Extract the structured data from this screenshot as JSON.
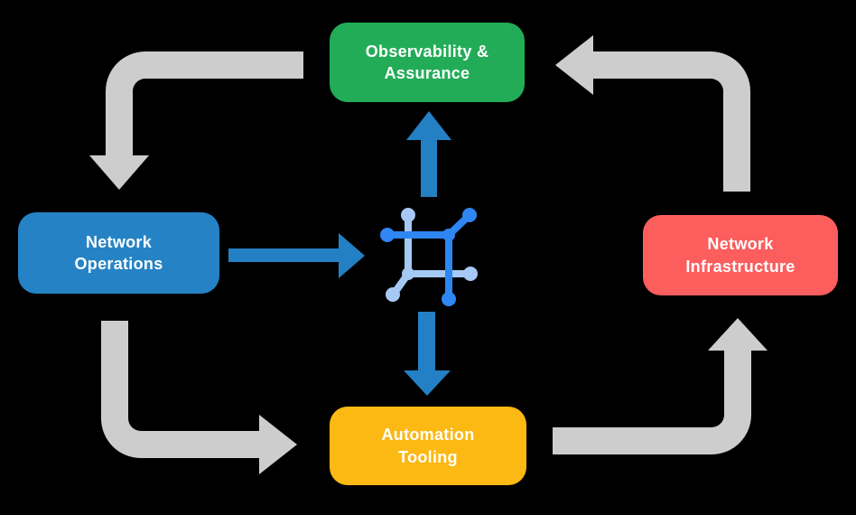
{
  "diagram": {
    "kind": "network-automation-cycle",
    "nodes": {
      "observability": {
        "label": "Observability &\nAssurance",
        "color": "#23AC58"
      },
      "operations": {
        "label": "Network\nOperations",
        "color": "#2583C5"
      },
      "infrastructure": {
        "label": "Network\nInfrastructure",
        "color": "#FC5D5D"
      },
      "automation": {
        "label": "Automation\nTooling",
        "color": "#FCB813"
      }
    },
    "core": {
      "icon": "network-mesh-icon"
    },
    "edges": [
      {
        "from": "observability",
        "to": "operations",
        "style": "elbow",
        "color": "#CDCDCD"
      },
      {
        "from": "operations",
        "to": "automation",
        "style": "elbow",
        "color": "#CDCDCD"
      },
      {
        "from": "automation",
        "to": "infrastructure",
        "style": "elbow",
        "color": "#CDCDCD"
      },
      {
        "from": "infrastructure",
        "to": "observability",
        "style": "elbow",
        "color": "#CDCDCD"
      },
      {
        "from": "operations",
        "to": "core",
        "style": "straight",
        "color": "#2380C4"
      },
      {
        "from": "core",
        "to": "observability",
        "style": "straight",
        "color": "#2380C4"
      },
      {
        "from": "core",
        "to": "automation",
        "style": "straight",
        "color": "#2380C4"
      }
    ],
    "colors": {
      "background": "#000000",
      "label_text": "#FFFFFF",
      "flow_arrow_gray": "#CDCDCD",
      "core_arrow_blue": "#2380C4",
      "icon_dark_blue": "#2E86F2",
      "icon_light_blue": "#A6C8F4"
    }
  }
}
